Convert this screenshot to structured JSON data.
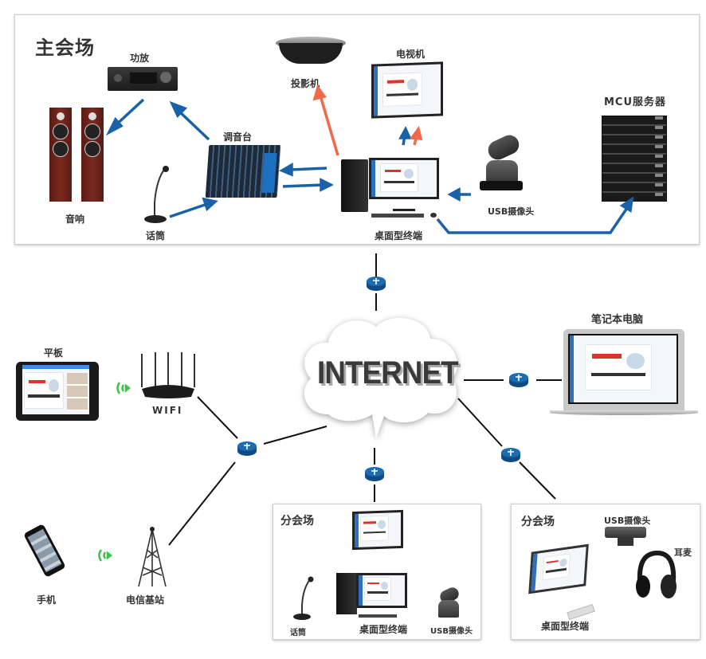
{
  "main_venue": {
    "title": "主会场",
    "devices": {
      "amplifier": "功放",
      "speakers": "音响",
      "mixer": "调音台",
      "microphone": "话筒",
      "projector": "投影机",
      "tv": "电视机",
      "desktop_terminal": "桌面型终端",
      "usb_camera": "USB摄像头",
      "mcu_server": "MCU服务器"
    }
  },
  "network": {
    "cloud_label": "INTERNET",
    "tablet": "平板",
    "wifi": "WIFI",
    "laptop": "笔记本电脑",
    "phone": "手机",
    "base_station": "电信基站"
  },
  "sub_venue_1": {
    "title": "分会场",
    "microphone": "话筒",
    "desktop_terminal": "桌面型终端",
    "usb_camera": "USB摄像头"
  },
  "sub_venue_2": {
    "title": "分会场",
    "usb_camera": "USB摄像头",
    "headset": "耳麦",
    "desktop_terminal": "桌面型终端"
  },
  "colors": {
    "arrow_blue": "#1a62a8",
    "arrow_orange": "#f0694a",
    "router_blue": "#1c6cb0",
    "signal_green": "#3cc44a",
    "link_black": "#111111"
  }
}
